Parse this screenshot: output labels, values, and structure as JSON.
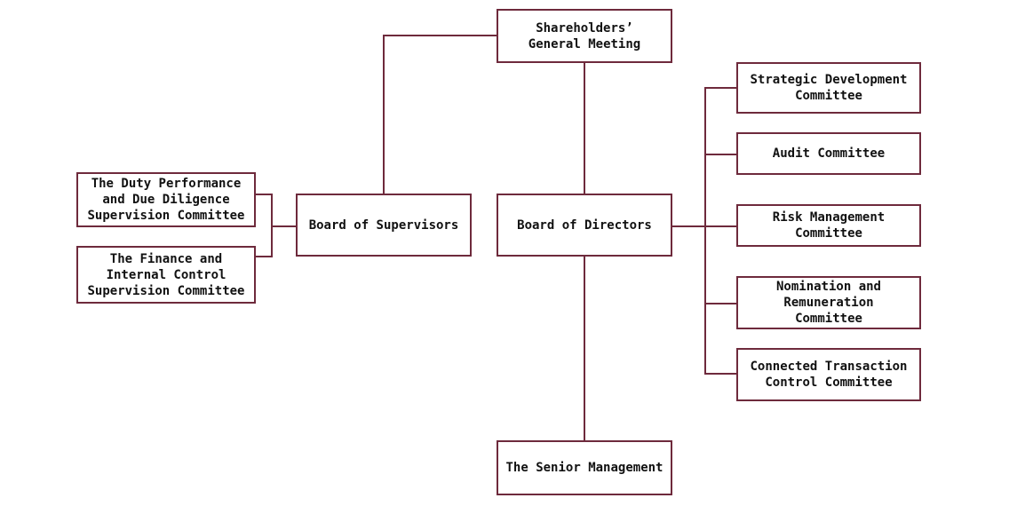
{
  "colors": {
    "border": "#6e2a3c",
    "connector": "#6e2a3c",
    "text": "#111111",
    "background": "#ffffff"
  },
  "nodes": {
    "shareholders": "Shareholders’\nGeneral Meeting",
    "board_of_supervisors": "Board of Supervisors",
    "board_of_directors": "Board of Directors",
    "senior_management": "The Senior Management",
    "duty_performance": "The Duty Performance\nand Due Diligence\nSupervision Committee",
    "finance_internal_control": "The Finance and\nInternal Control\nSupervision Committee",
    "strategic_development": "Strategic Development\nCommittee",
    "audit": "Audit Committee",
    "risk_management": "Risk Management\nCommittee",
    "nomination_remuneration": "Nomination and\nRemuneration\nCommittee",
    "connected_transaction": "Connected Transaction\nControl Committee"
  }
}
